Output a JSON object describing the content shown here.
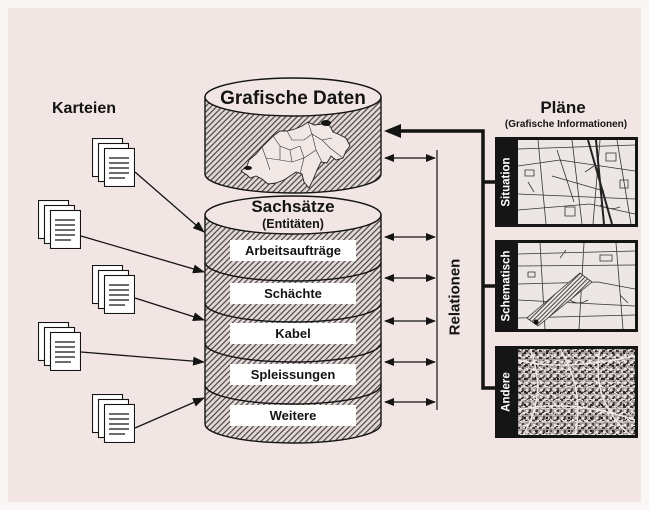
{
  "diagram": {
    "karteien": {
      "label": "Karteien"
    },
    "grafische_daten": {
      "title": "Grafische Daten"
    },
    "sachsaetze": {
      "title": "Sachsätze",
      "subtitle": "(Entitäten)",
      "records": [
        "Arbeitsaufträge",
        "Schächte",
        "Kabel",
        "Spleissungen",
        "Weitere"
      ]
    },
    "relationen": {
      "label": "Relationen"
    },
    "plaene": {
      "title": "Pläne",
      "subtitle": "(Grafische Informationen)",
      "plans": [
        {
          "label": "Situation"
        },
        {
          "label": "Schematisch"
        },
        {
          "label": "Andere"
        }
      ]
    }
  },
  "icons": {
    "karteien": "document-stack-icon",
    "grafische_daten": "switzerland-map-icon"
  },
  "colors": {
    "page": "#faf6f5",
    "panel": "#f2e6e4",
    "ink": "#141414",
    "label_box": "#ffffff",
    "plan_frame": "#151515"
  }
}
